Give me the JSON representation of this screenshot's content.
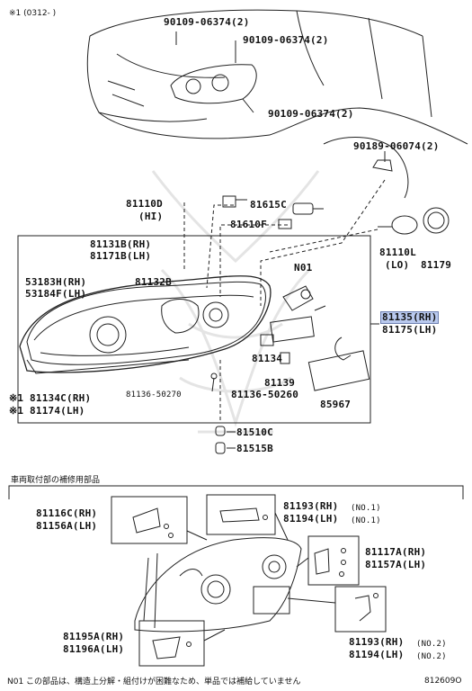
{
  "diagram_id": "812609O",
  "top_note": "※1 (0312-    )",
  "section_title": "車両取付部の補修用部品",
  "footnote": "N01 この部品は、構造上分解・組付けが困難なため、単品では補給していません",
  "highlight_color": "#b9c9ee",
  "labels": {
    "b90109_a": "90109-06374(2)",
    "b90109_b": "90109-06374(2)",
    "b90109_c": "90109-06374(2)",
    "b90189": "90189-06074(2)",
    "p81110d": "81110D",
    "p81110d_sub": "(HI)",
    "p81615c": "81615C",
    "p81610f": "81610F",
    "p81110l": "81110L",
    "p81110l_sub": "(LO)",
    "p81179": "81179",
    "p81131b": "81131B(RH)",
    "p81171b": "81171B(LH)",
    "p53183h": "53183H(RH)",
    "p53184f": "53184F(LH)",
    "p81132b": "81132B",
    "n01": "N01",
    "p81135": "81135(RH)",
    "p81175": "81175(LH)",
    "p81134": "81134",
    "p81139": "81139",
    "p85967": "85967",
    "p81134c": "※1 81134C(RH)",
    "p81174": "※1 81174(LH)",
    "p81136a": "81136-50270",
    "p81136b": "81136-50260",
    "p81510c": "81510C",
    "p81515b": "81515B",
    "p81116c": "81116C(RH)",
    "p81156a": "81156A(LH)",
    "p81193a": "81193(RH)",
    "p81193a_no": "(NO.1)",
    "p81194a": "81194(LH)",
    "p81194a_no": "(NO.1)",
    "p81117a": "81117A(RH)",
    "p81157a": "81157A(LH)",
    "p81195a": "81195A(RH)",
    "p81196a": "81196A(LH)",
    "p81193b": "81193(RH)",
    "p81193b_no": "(NO.2)",
    "p81194b": "81194(LH)",
    "p81194b_no": "(NO.2)"
  }
}
